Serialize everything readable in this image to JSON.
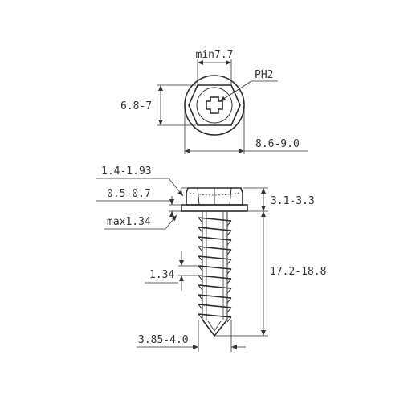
{
  "top_view": {
    "min_flange": "min7.7",
    "drive": "PH2",
    "hex_across_flats": "6.8-7",
    "washer_diameter": "8.6-9.0"
  },
  "side_view": {
    "hex_height": "1.4-1.93",
    "washer_thickness": "0.5-0.7",
    "max_underhead": "max1.34",
    "head_height": "3.1-3.3",
    "thread_pitch": "1.34",
    "length": "17.2-18.8",
    "thread_diameter": "3.85-4.0"
  }
}
